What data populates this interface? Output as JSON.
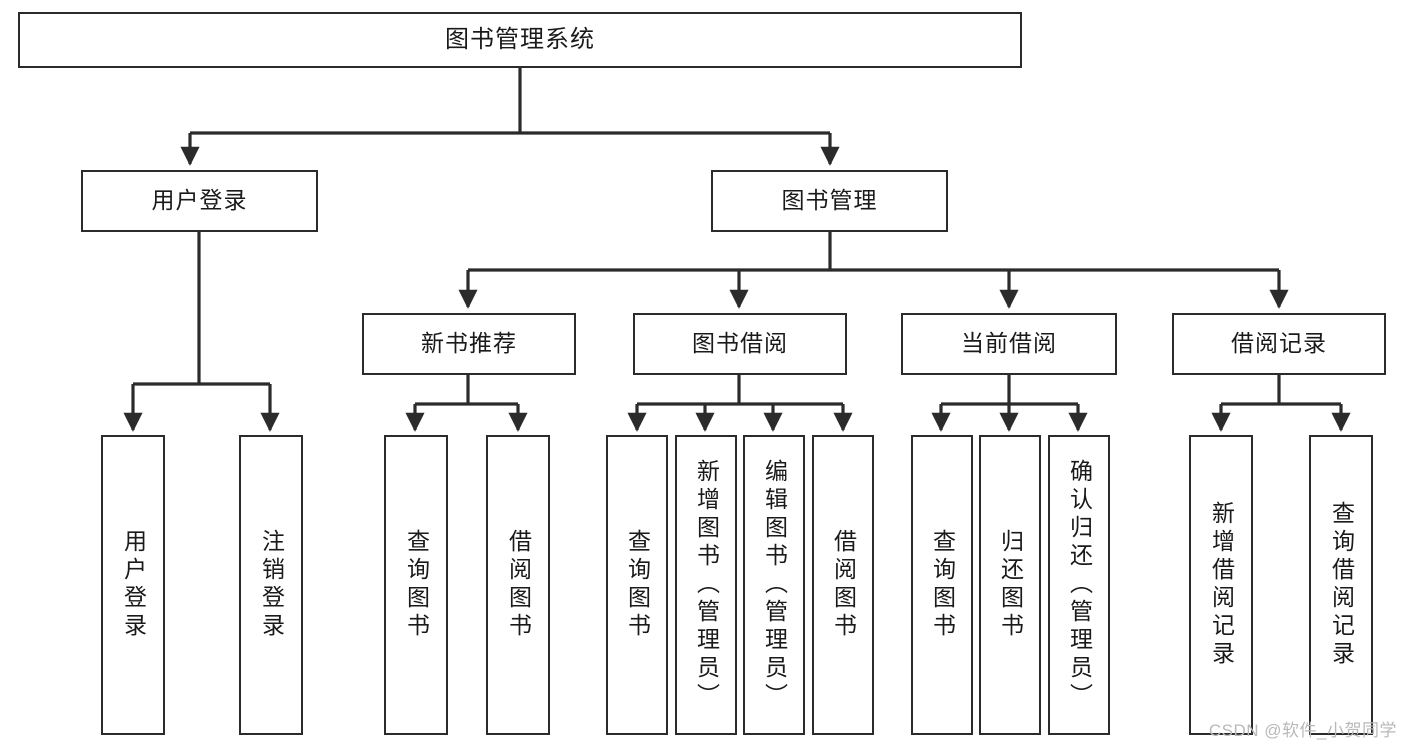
{
  "diagram": {
    "title": "图书管理系统",
    "type": "tree",
    "watermark": "CSDN @软件_小贺同学",
    "colors": {
      "box_border": "#2b2b2b",
      "box_fill": "#ffffff",
      "line": "#2b2b2b",
      "text": "#1a1a1a",
      "watermark": "#b9b9b9",
      "background": "#ffffff"
    },
    "levels": {
      "level1": "root",
      "level2": "modules",
      "level3": "submodules",
      "level4": "functions"
    }
  },
  "nodes": {
    "root": {
      "label": "图书管理系统"
    },
    "level2": [
      {
        "id": "user-login",
        "label": "用户登录"
      },
      {
        "id": "book-manage",
        "label": "图书管理"
      }
    ],
    "level3": [
      {
        "id": "new-book-recommend",
        "label": "新书推荐",
        "parent": "book-manage"
      },
      {
        "id": "book-borrow",
        "label": "图书借阅",
        "parent": "book-manage"
      },
      {
        "id": "current-borrow",
        "label": "当前借阅",
        "parent": "book-manage"
      },
      {
        "id": "borrow-record",
        "label": "借阅记录",
        "parent": "book-manage"
      }
    ],
    "leaves": [
      {
        "id": "leaf-user-login",
        "label": "用户登录",
        "parent": "user-login"
      },
      {
        "id": "leaf-logout-login",
        "label": "注销登录",
        "parent": "user-login"
      },
      {
        "id": "leaf-query-book-1",
        "label": "查询图书",
        "parent": "new-book-recommend"
      },
      {
        "id": "leaf-borrow-book-1",
        "label": "借阅图书",
        "parent": "new-book-recommend"
      },
      {
        "id": "leaf-query-book-2",
        "label": "查询图书",
        "parent": "book-borrow"
      },
      {
        "id": "leaf-add-book",
        "label": "新增图书（管理员）",
        "parent": "book-borrow"
      },
      {
        "id": "leaf-edit-book",
        "label": "编辑图书（管理员）",
        "parent": "book-borrow"
      },
      {
        "id": "leaf-borrow-book-2",
        "label": "借阅图书",
        "parent": "book-borrow"
      },
      {
        "id": "leaf-query-book-3",
        "label": "查询图书",
        "parent": "current-borrow"
      },
      {
        "id": "leaf-return-book",
        "label": "归还图书",
        "parent": "current-borrow"
      },
      {
        "id": "leaf-confirm-return",
        "label": "确认归还（管理员）",
        "parent": "current-borrow"
      },
      {
        "id": "leaf-add-record",
        "label": "新增借阅记录",
        "parent": "borrow-record"
      },
      {
        "id": "leaf-query-record",
        "label": "查询借阅记录",
        "parent": "borrow-record"
      }
    ]
  }
}
